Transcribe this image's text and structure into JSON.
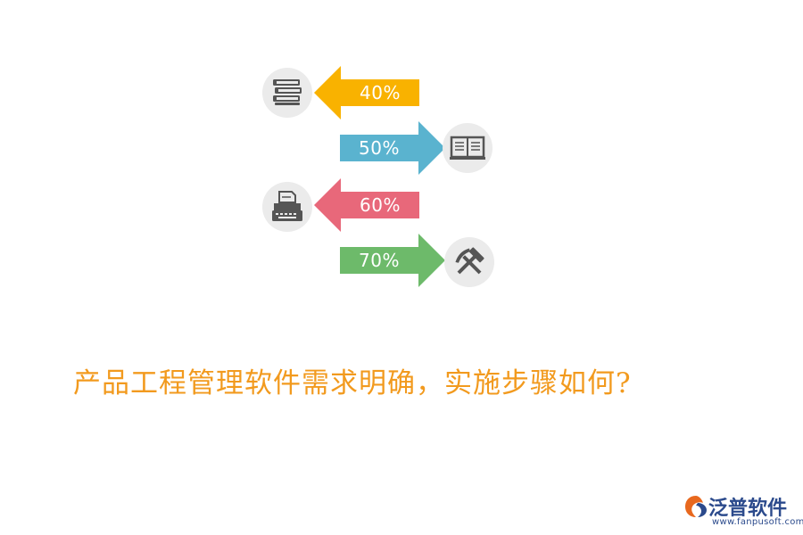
{
  "rows": [
    {
      "percent": "40%",
      "direction": "left",
      "color": "#f9b200",
      "icon": "books-icon"
    },
    {
      "percent": "50%",
      "direction": "right",
      "color": "#5ab3cf",
      "icon": "open-book-icon"
    },
    {
      "percent": "60%",
      "direction": "left",
      "color": "#e8687a",
      "icon": "typewriter-icon"
    },
    {
      "percent": "70%",
      "direction": "right",
      "color": "#6dba6a",
      "icon": "hammer-pick-icon"
    }
  ],
  "title": "产品工程管理软件需求明确，实施步骤如何?",
  "logo": {
    "name": "泛普软件",
    "url_text": "www.fanpusoft.com"
  }
}
